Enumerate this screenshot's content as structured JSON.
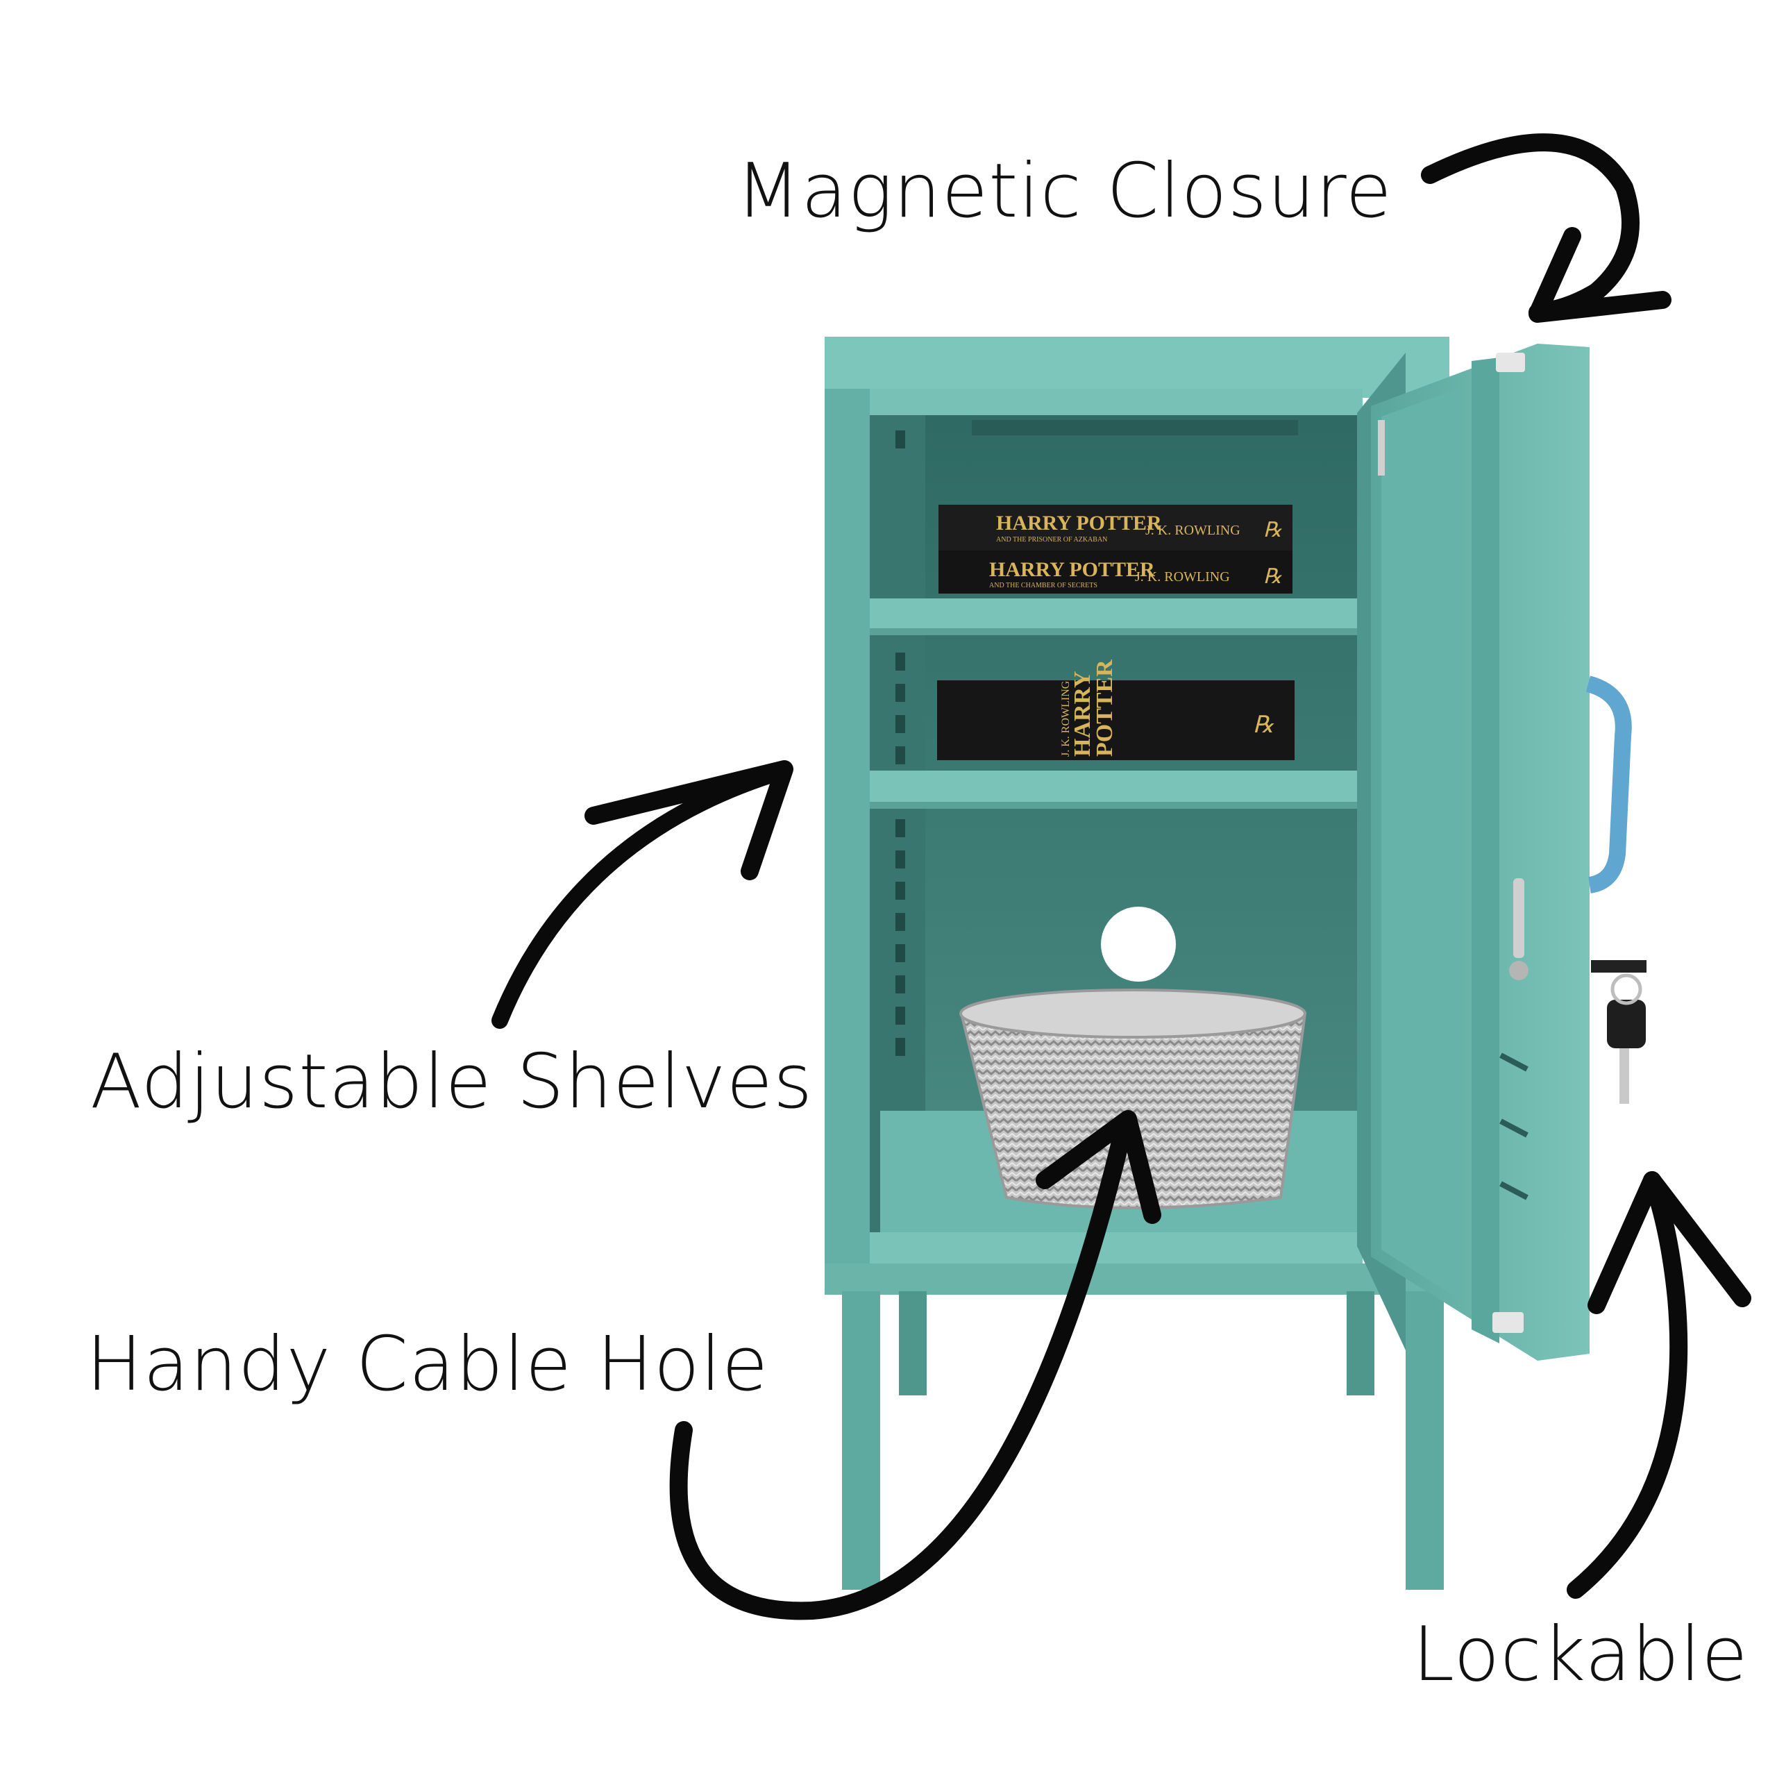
{
  "callouts": {
    "magnetic_closure": "Magnetic Closure",
    "adjustable_shelves": "Adjustable Shelves",
    "cable_hole": "Handy Cable Hole",
    "lockable": "Lockable"
  },
  "books": {
    "book1_title": "HARRY POTTER",
    "book1_subtitle": "AND THE PRISONER OF AZKABAN",
    "book1_author": "J. K. ROWLING",
    "book2_title": "HARRY POTTER",
    "book2_subtitle": "AND THE CHAMBER OF SECRETS",
    "book2_author": "J. K. ROWLING",
    "book3_author": "J. K. ROWLING",
    "book3_title_line1": "HARRY",
    "book3_title_line2": "POTTER"
  },
  "colors": {
    "cabinet_teal": "#6fbab0",
    "cabinet_interior": "#3f7f78",
    "book_black": "#1a1a1a",
    "book_gold": "#d8b45a",
    "arrow_black": "#0a0a0a",
    "basket_grey": "#b9b9b9"
  }
}
